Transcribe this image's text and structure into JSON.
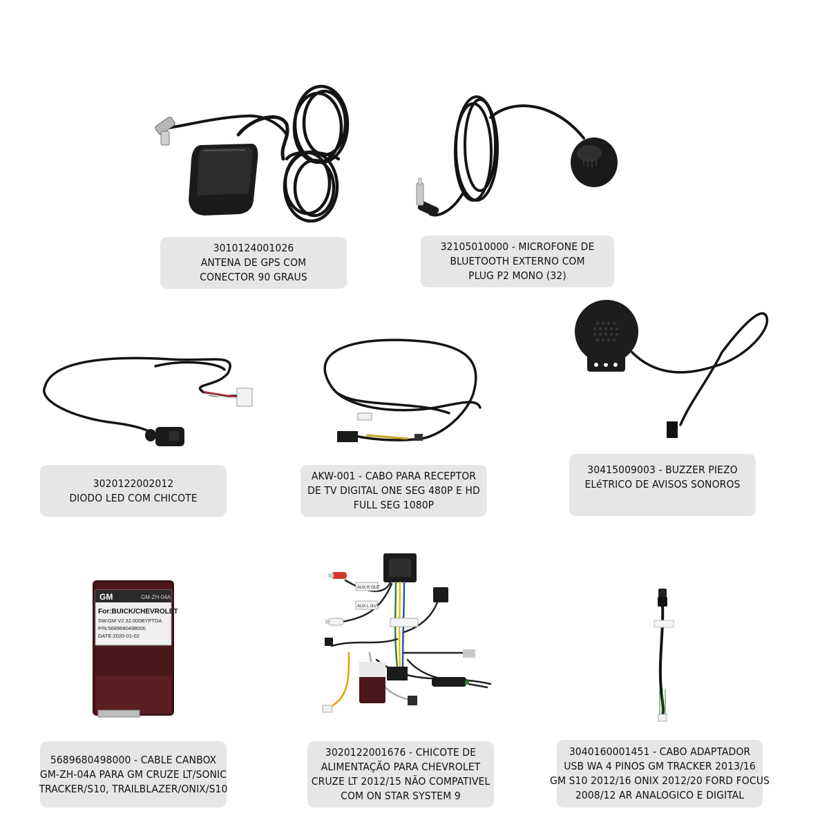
{
  "products": {
    "gps_antenna": {
      "lines": [
        "3010124001026",
        "ANTENA DE GPS COM",
        "CONECTOR 90 GRAUS"
      ]
    },
    "microphone": {
      "lines": [
        "32105010000 - MICROFONE DE",
        "BLUETOOTH EXTERNO COM",
        "PLUG P2 MONO (32)"
      ]
    },
    "led_diode": {
      "lines": [
        "3020122002012",
        "DIODO LED COM CHICOTE"
      ]
    },
    "tv_cable": {
      "lines": [
        "AKW-001 - CABO PARA RECEPTOR",
        "DE TV DIGITAL ONE SEG 480P E HD",
        "FULL SEG 1080P"
      ]
    },
    "buzzer": {
      "lines": [
        "30415009003 - BUZZER PIEZO",
        "ELéTRICO DE AVISOS SONOROS"
      ]
    },
    "canbox": {
      "lines": [
        "5689680498000 - CABLE CANBOX",
        "GM-ZH-04A PARA GM CRUZE LT/SONIC",
        "TRACKER/S10, TRAILBLAZER/ONIX/S10"
      ],
      "device": {
        "brand": "GM",
        "model": "GM-ZH-04A",
        "for": "For:BUICK/CHEVROLET",
        "sw": "SW:GM V2.32.000BYPTDA",
        "pn": "P/N:5689680498000",
        "date": "DATE:2020-01-02"
      }
    },
    "harness": {
      "lines": [
        "3020122001676 - CHICOTE DE",
        "ALIMENTAÇÃO PARA CHEVROLET",
        "CRUZE LT 2012/15 NÃO COMPATIVEL",
        "COM ON STAR SYSTEM 9"
      ],
      "tags": {
        "aux_r": "AUX R OUT",
        "aux_l": "AUX L OUT"
      }
    },
    "usb_adapter": {
      "lines": [
        "3040160001451 - CABO ADAPTADOR",
        "USB WA 4 PINOS GM TRACKER 2013/16",
        "GM S10 2012/16 ONIX 2012/20 FORD FOCUS",
        "2008/12 AR ANALOGICO E DIGITAL"
      ]
    }
  }
}
